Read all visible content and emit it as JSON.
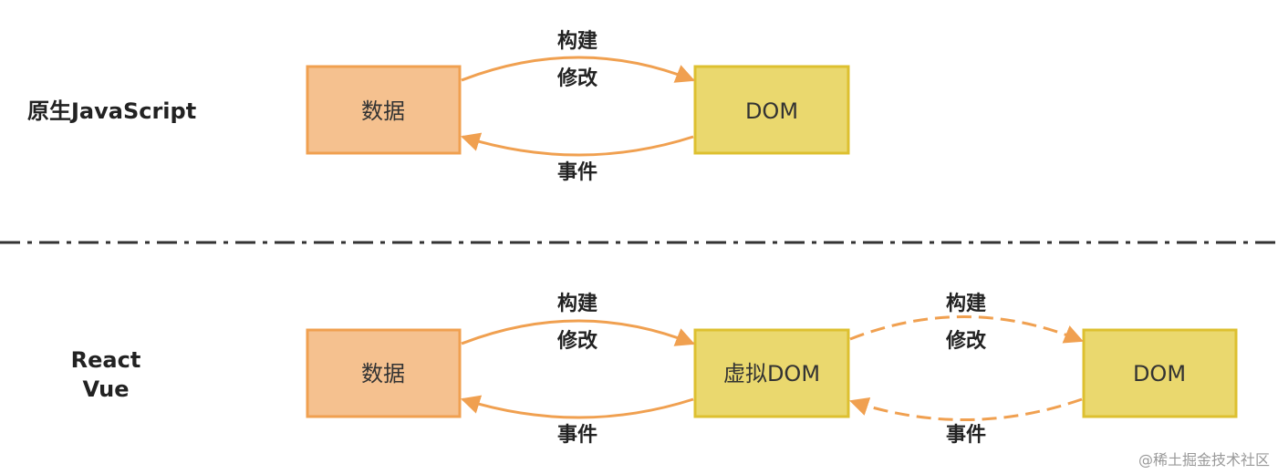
{
  "top": {
    "row_label": "原生JavaScript",
    "data_box": "数据",
    "dom_box": "DOM",
    "forward_label_1": "构建",
    "forward_label_2": "修改",
    "back_label": "事件"
  },
  "bottom": {
    "row_label_line1": "React",
    "row_label_line2": "Vue",
    "data_box": "数据",
    "vdom_box": "虚拟DOM",
    "dom_box": "DOM",
    "forward_label_1": "构建",
    "forward_label_2": "修改",
    "back_label": "事件",
    "dashed_forward_label_1": "构建",
    "dashed_forward_label_2": "修改",
    "dashed_back_label": "事件"
  },
  "colors": {
    "orange_fill": "#f5c18f",
    "orange_stroke": "#f0a050",
    "yellow_fill": "#ead86e",
    "yellow_stroke": "#ddc030",
    "arrow": "#f0a050",
    "divider": "#333333"
  },
  "watermark": "@稀土掘金技术社区"
}
